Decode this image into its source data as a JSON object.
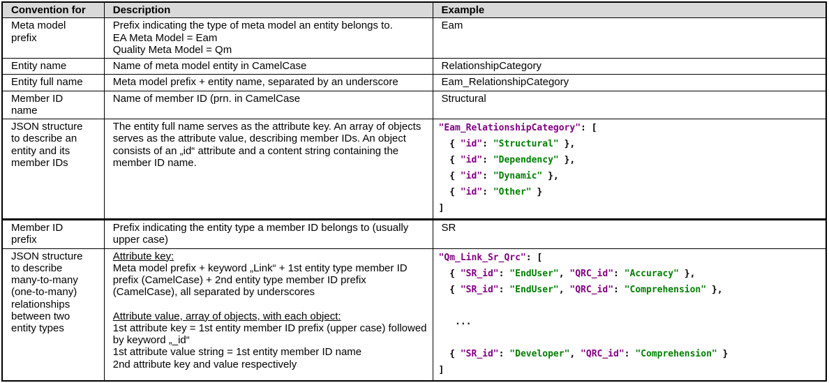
{
  "colors": {
    "json_key": "#800080",
    "json_string": "#008000",
    "json_punctuation": "#000000",
    "header_background": "#D9D9D9"
  },
  "table": {
    "columns": [
      {
        "label": "Convention for"
      },
      {
        "label": "Description"
      },
      {
        "label": "Example"
      }
    ],
    "rows": [
      {
        "convention": "Meta model\nprefix",
        "description": [
          {
            "text": "Prefix indicating the type of meta model an entity belongs to."
          },
          {
            "text": "EA Meta Model = Eam"
          },
          {
            "text": "Quality Meta Model = Qm"
          }
        ],
        "example": {
          "type": "text",
          "text": "Eam"
        }
      },
      {
        "convention": "Entity name",
        "description": [
          {
            "text": "Name of meta model entity in CamelCase"
          }
        ],
        "example": {
          "type": "text",
          "text": "RelationshipCategory"
        }
      },
      {
        "convention": "Entity full name",
        "description": [
          {
            "text": "Meta model prefix + entity name, separated by an underscore"
          }
        ],
        "example": {
          "type": "text",
          "text": "Eam_RelationshipCategory"
        }
      },
      {
        "convention": "Member ID\nname",
        "description": [
          {
            "text": "Name of member ID (prn. in CamelCase"
          }
        ],
        "example": {
          "type": "text",
          "text": "Structural"
        }
      },
      {
        "convention": "JSON structure\nto describe an\nentity and its\nmember IDs",
        "description": [
          {
            "text": "The entity full name serves as the attribute key. An array of objects serves as the attribute value, describing member IDs. An object consists of an „id“ attribute and a content string containing the member ID name."
          }
        ],
        "example": {
          "type": "code",
          "lines": [
            "\"Eam_RelationshipCategory\": [",
            "  { \"id\": \"Structural\" },",
            "  { \"id\": \"Dependency\" },",
            "  { \"id\": \"Dynamic\" },",
            "  { \"id\": \"Other\" }",
            "]"
          ]
        },
        "thick_divider_below": true
      },
      {
        "convention": "Member ID\nprefix",
        "description": [
          {
            "text": "Prefix indicating the entity type a member ID belongs to (usually upper case)"
          }
        ],
        "example": {
          "type": "text",
          "text": "SR"
        }
      },
      {
        "convention": "JSON structure\nto describe\nmany-to-many\n(one-to-many)\nrelationships\nbetween two\nentity types",
        "description": [
          {
            "text": "Attribute key:",
            "underline": true
          },
          {
            "text": "Meta model prefix + keyword „Link“ + 1st entity type member ID prefix (CamelCase) + 2nd entity type member ID prefix (CamelCase), all separated by underscores"
          },
          {
            "spacer": true
          },
          {
            "text": "Attribute value, array of objects, with each object:",
            "underline": true
          },
          {
            "text": "1st attribute key = 1st entity member ID prefix (upper case) followed by keyword „_id“"
          },
          {
            "text": "1st attribute value string = 1st entity member ID name"
          },
          {
            "text": "2nd attribute key and value respectively"
          }
        ],
        "example": {
          "type": "code",
          "lines": [
            "\"Qm_Link_Sr_Qrc\": [",
            "  { \"SR_id\": \"EndUser\", \"QRC_id\": \"Accuracy\" },",
            "  { \"SR_id\": \"EndUser\", \"QRC_id\": \"Comprehension\" },",
            "",
            "   ...",
            "",
            "  { \"SR_id\": \"Developer\", \"QRC_id\": \"Comprehension\" }",
            "]"
          ]
        }
      }
    ]
  }
}
